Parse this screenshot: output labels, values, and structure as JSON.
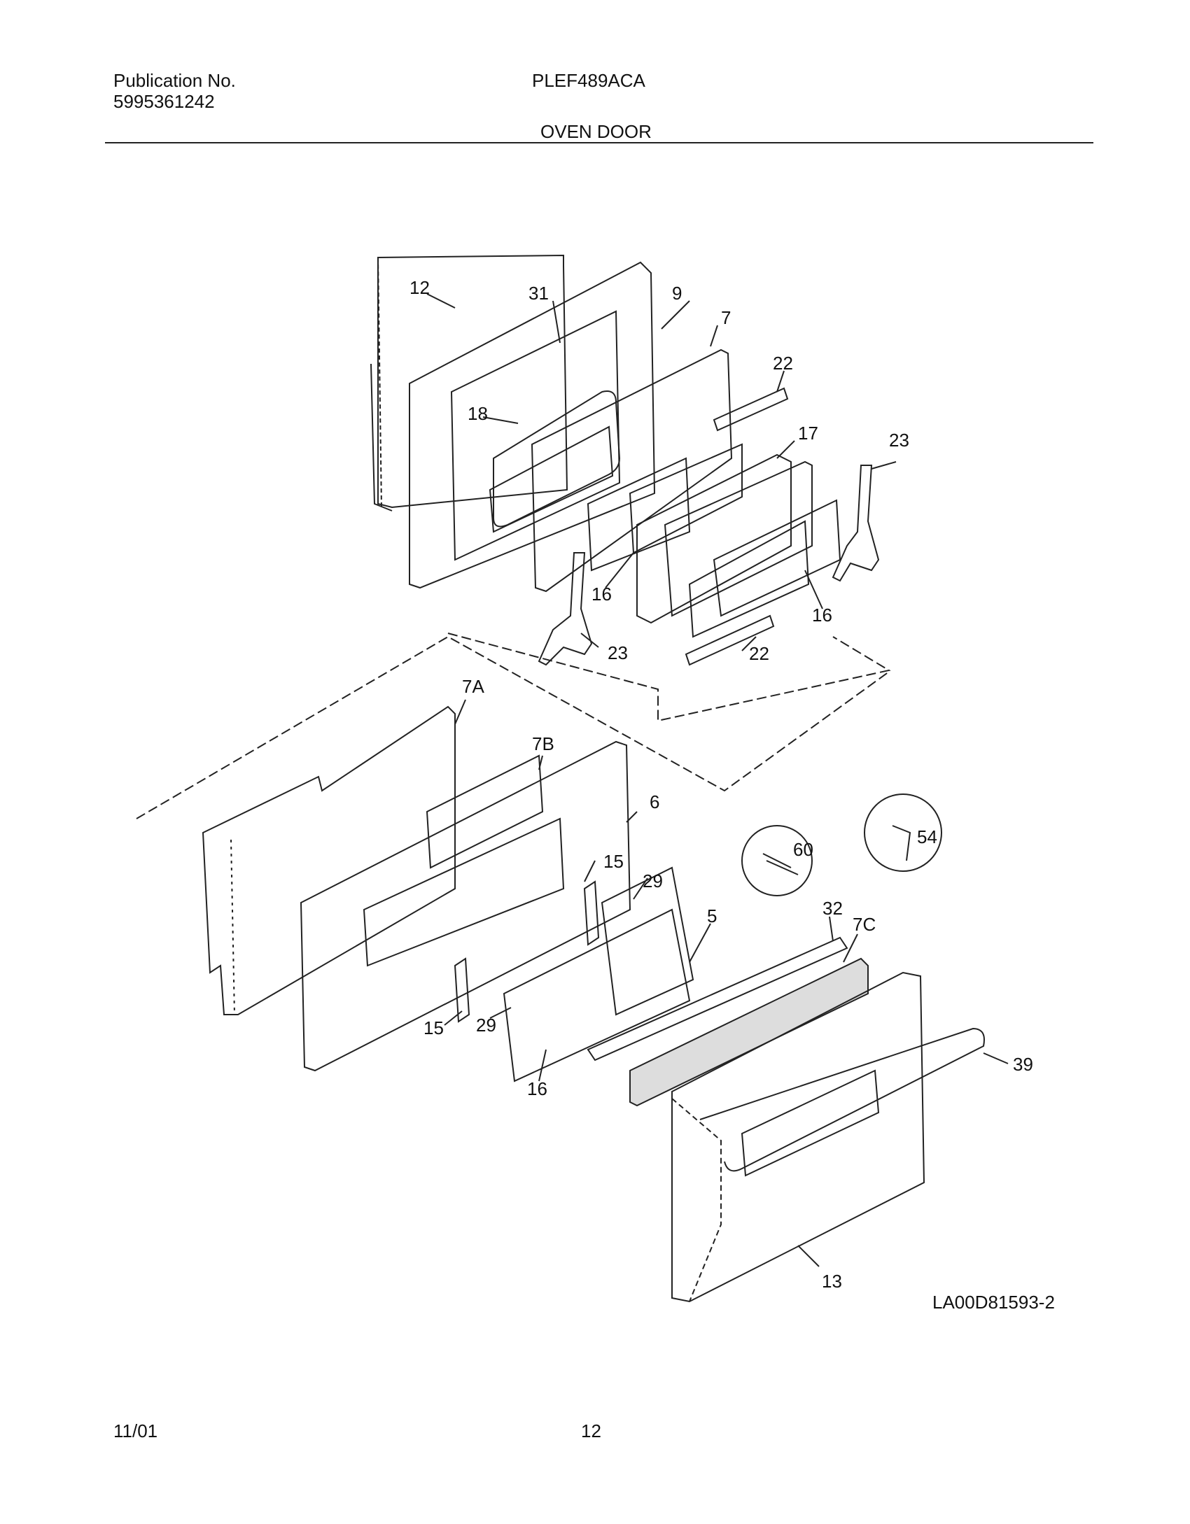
{
  "header": {
    "publication_label": "Publication No.",
    "publication_number": "5995361242",
    "model": "PLEF489ACA",
    "section_title": "OVEN DOOR"
  },
  "callouts": {
    "c12": "12",
    "c31": "31",
    "c9": "9",
    "c7": "7",
    "c22a": "22",
    "c18": "18",
    "c17": "17",
    "c23a": "23",
    "c16a": "16",
    "c16b": "16",
    "c23b": "23",
    "c22b": "22",
    "c7a": "7A",
    "c7b": "7B",
    "c6": "6",
    "c15a": "15",
    "c29a": "29",
    "c60": "60",
    "c54": "54",
    "c32": "32",
    "c7c": "7C",
    "c5": "5",
    "c15b": "15",
    "c29b": "29",
    "c39": "39",
    "c16c": "16",
    "c13": "13"
  },
  "diagram_code": "LA00D81593-2",
  "footer": {
    "date": "11/01",
    "page": "12"
  }
}
